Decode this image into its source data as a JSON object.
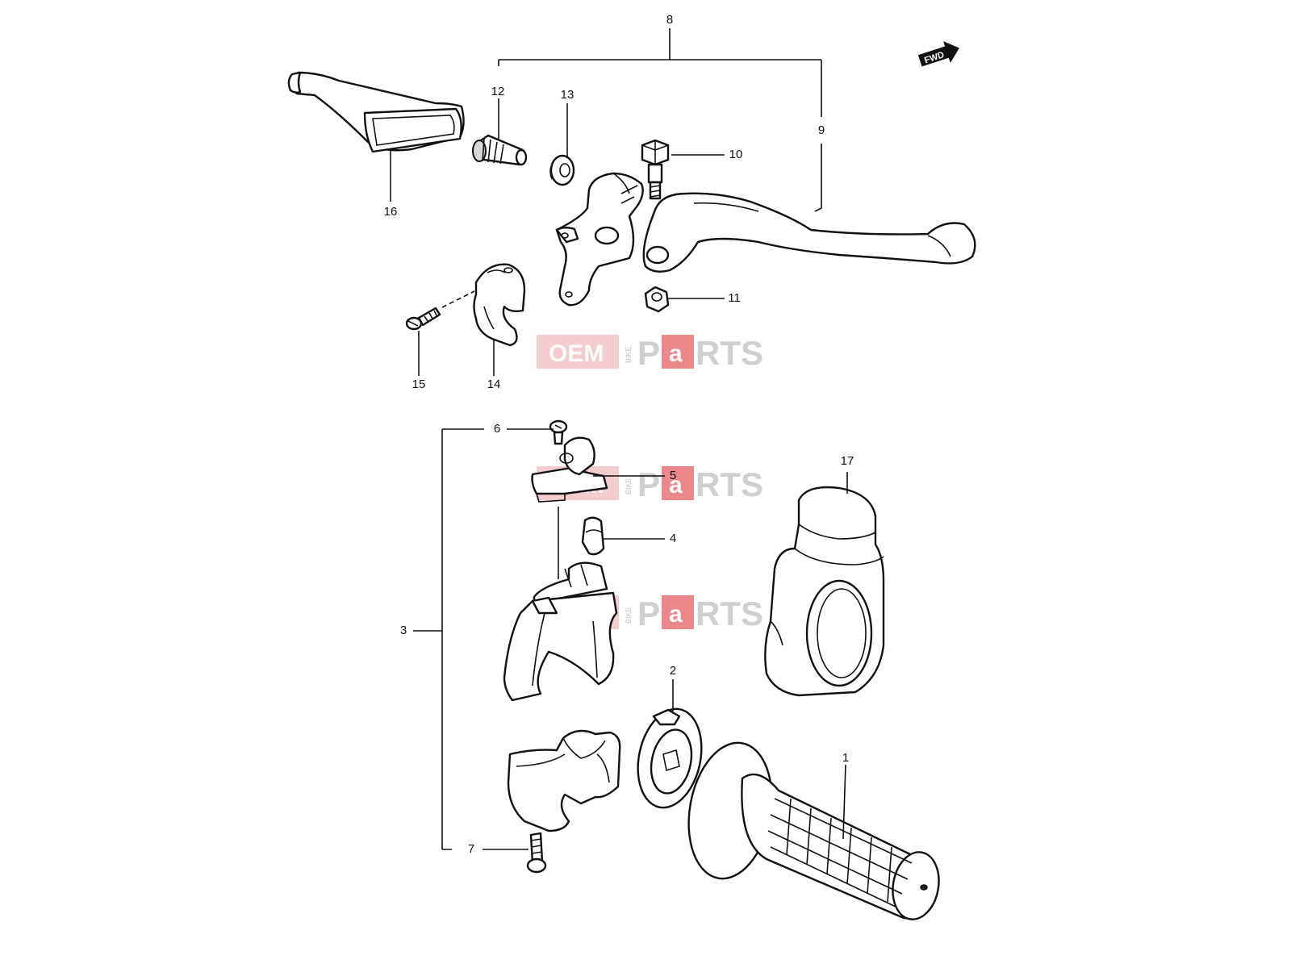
{
  "callouts": {
    "c1": "1",
    "c2": "2",
    "c3": "3",
    "c4": "4",
    "c5": "5",
    "c6": "6",
    "c7": "7",
    "c8": "8",
    "c9": "9",
    "c10": "10",
    "c11": "11",
    "c12": "12",
    "c13": "13",
    "c14": "14",
    "c15": "15",
    "c16": "16",
    "c17": "17"
  },
  "direction_badge": "FWD",
  "watermark": {
    "oem": "OEM",
    "bike": "BIKE",
    "p": "P",
    "a": "a",
    "rts": "RTS"
  },
  "colors": {
    "line": "#111111",
    "background": "#ffffff",
    "watermark_red": "#d9262c",
    "watermark_grey": "#bfbfbf"
  }
}
